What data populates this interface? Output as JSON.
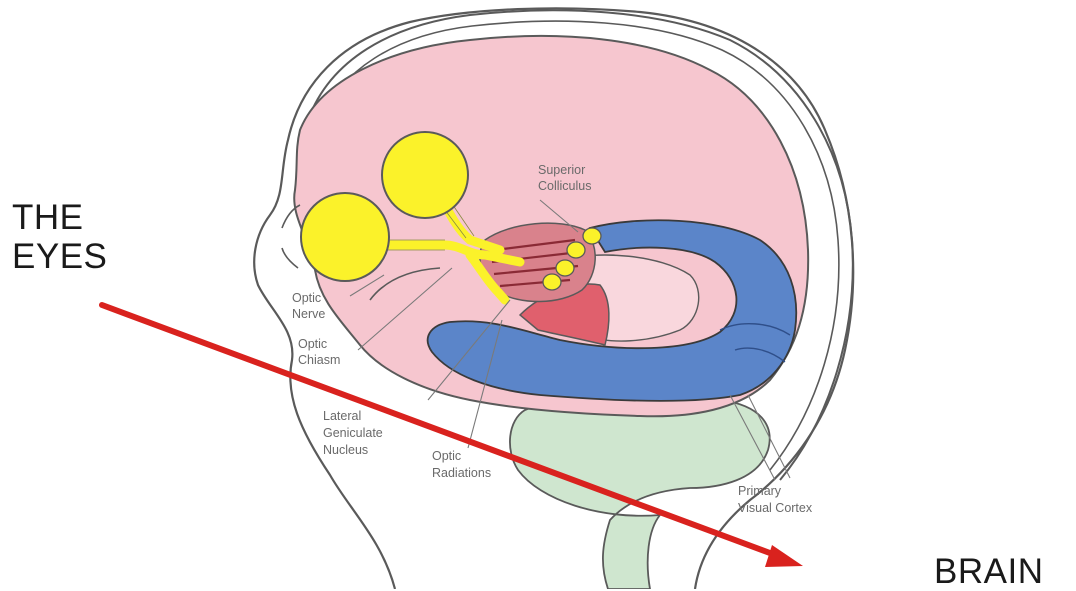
{
  "left_label": {
    "line1": "THE",
    "line2": "EYES"
  },
  "right_label": "BRAIN",
  "labels": {
    "superior_colliculus": [
      "Superior",
      "Colliculus"
    ],
    "optic_nerve": [
      "Optic",
      "Nerve"
    ],
    "optic_chiasm": [
      "Optic",
      "Chiasm"
    ],
    "lateral_geniculate": [
      "Lateral",
      "Geniculate",
      "Nucleus"
    ],
    "optic_radiations": [
      "Optic",
      "Radiations"
    ],
    "primary_visual_cortex": [
      "Primary",
      "Visual Cortex"
    ]
  },
  "colors": {
    "brain_pink": "#f6c6cf",
    "eye_yellow": "#fbf22a",
    "radiation_blue": "#5b85c9",
    "cerebellum_green": "#cfe6cf",
    "thalamus_red": "#e0606d",
    "arrow_red": "#d9221e",
    "outline": "#5a5a5a"
  },
  "icons": {
    "arrow": "red-direction-arrow"
  }
}
